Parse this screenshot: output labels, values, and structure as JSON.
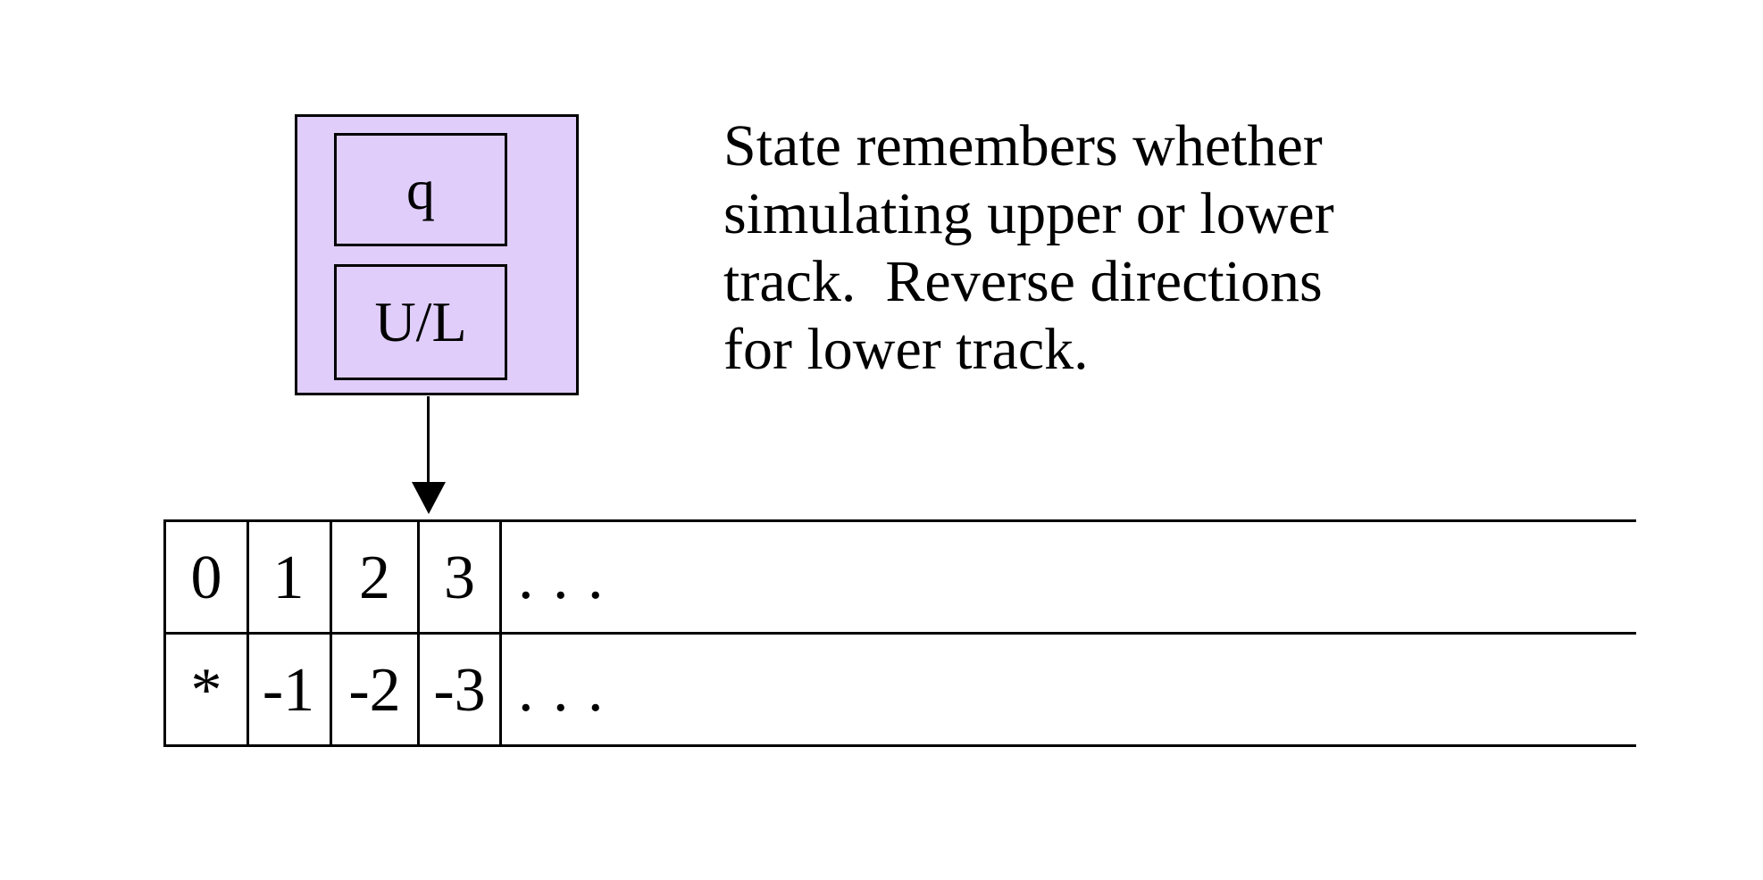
{
  "colors": {
    "background": "#ffffff",
    "box_fill": "#e0cdfa",
    "line": "#000000"
  },
  "state_box": {
    "state_label": "q",
    "track_label": "U/L"
  },
  "annotation": {
    "text": "State remembers whether\nsimulating upper or lower\ntrack.  Reverse directions\nfor lower track."
  },
  "tape": {
    "upper_cells": [
      "0",
      "1",
      "2",
      "3"
    ],
    "upper_ellipsis": ". . .",
    "lower_cells": [
      "*",
      "-1",
      "-2",
      "-3"
    ],
    "lower_ellipsis": ". . ."
  }
}
